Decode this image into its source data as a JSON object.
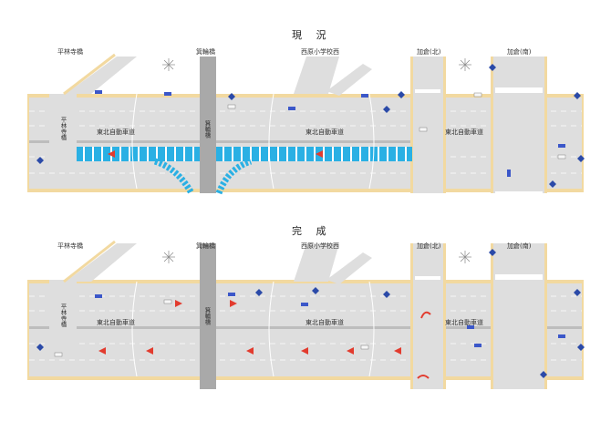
{
  "colors": {
    "road": "#dedede",
    "sidewalk": "#f2d9a0",
    "lane_line": "#ffffff",
    "construction": "#2ab0e4",
    "arrow": "#e23b2e",
    "signal": "#2b4aa8",
    "pillar": "#a9a9a9",
    "vehicle_blue": "#3b57c9",
    "vehicle_white": "#f7f7f7"
  },
  "panels": [
    {
      "id": "current",
      "title": "現 況",
      "labels": {
        "hiraba_bridge": "平林寺橋",
        "minowa_bridge": "箕輪橋",
        "nishihara_school": "西原小学校西",
        "kakura_north": "加倉(北)",
        "kakura_south": "加倉(南)",
        "expressway_1": "東北自動車道",
        "expressway_2": "東北自動車道",
        "expressway_3": "東北自動車道",
        "pillar_label": "箕輪橋",
        "side_label": "平林寺橋"
      },
      "icons": [
        "traffic-signal-icon",
        "construction-zone",
        "compass-rose-icon"
      ]
    },
    {
      "id": "complete",
      "title": "完 成",
      "labels": {
        "hiraba_bridge": "平林寺橋",
        "minowa_bridge": "箕輪橋",
        "nishihara_school": "西原小学校西",
        "kakura_north": "加倉(北)",
        "kakura_south": "加倉(南)",
        "expressway_1": "東北自動車道",
        "expressway_2": "東北自動車道",
        "expressway_3": "東北自動車道",
        "pillar_label": "箕輪橋",
        "side_label": "平林寺橋"
      },
      "icons": [
        "traffic-signal-icon",
        "lane-arrow-icon",
        "compass-rose-icon"
      ]
    }
  ]
}
